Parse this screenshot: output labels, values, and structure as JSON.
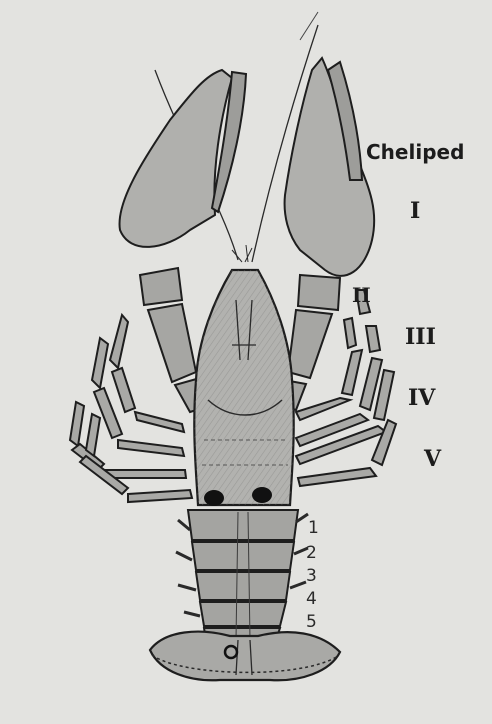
{
  "labels": {
    "cheliped": "Cheliped",
    "leg_1": "I",
    "leg_2": "II",
    "leg_3": "III",
    "leg_4": "IV",
    "leg_5": "V"
  },
  "abdominal_segments": [
    "1",
    "2",
    "3",
    "4",
    "5"
  ],
  "colors": {
    "paper": "#e3e3e0",
    "body_fill": "#a9a9a6",
    "outline": "#1e1e1e",
    "text": "#1c1c1c"
  }
}
